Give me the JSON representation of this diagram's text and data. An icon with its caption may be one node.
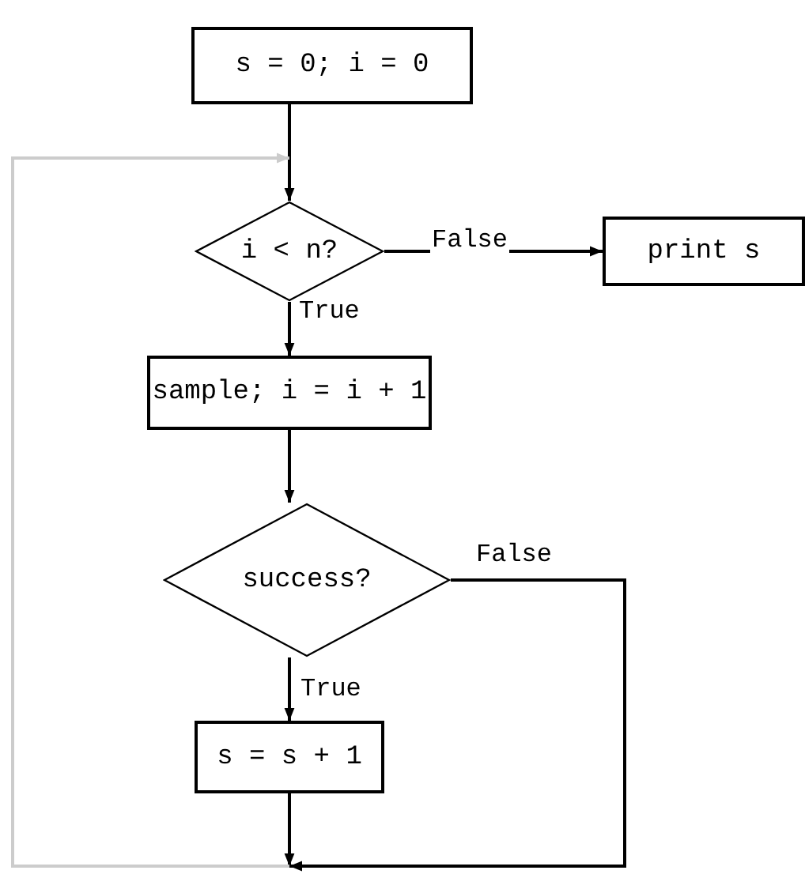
{
  "diagram": {
    "nodes": [
      {
        "text": [
          "s = 0; i = 0"
        ]
      },
      {
        "text": [
          "i < n?"
        ]
      },
      {
        "text": [
          "print s"
        ]
      },
      {
        "text": [
          "sample; i = i + 1"
        ]
      },
      {
        "text": [
          "success?"
        ]
      },
      {
        "text": [
          "s = s + 1"
        ]
      }
    ],
    "edges": [
      {
        "from": 0,
        "to": 1,
        "arrow": "to"
      },
      {
        "from": 1,
        "to": 2,
        "arrow": "to",
        "label": "False"
      },
      {
        "from": 1,
        "to": 3,
        "arrow": "to",
        "label": "True"
      },
      {
        "from": 3,
        "to": 4,
        "arrow": "to"
      },
      {
        "from": 4,
        "to": 5,
        "arrow": "to",
        "label": "True"
      },
      {
        "from": 4,
        "to": 1,
        "arrow": "to",
        "label": "False",
        "color": "#cccccc"
      },
      {
        "from": 5,
        "to": 1,
        "arrow": "to",
        "color": "#cccccc"
      }
    ]
  }
}
